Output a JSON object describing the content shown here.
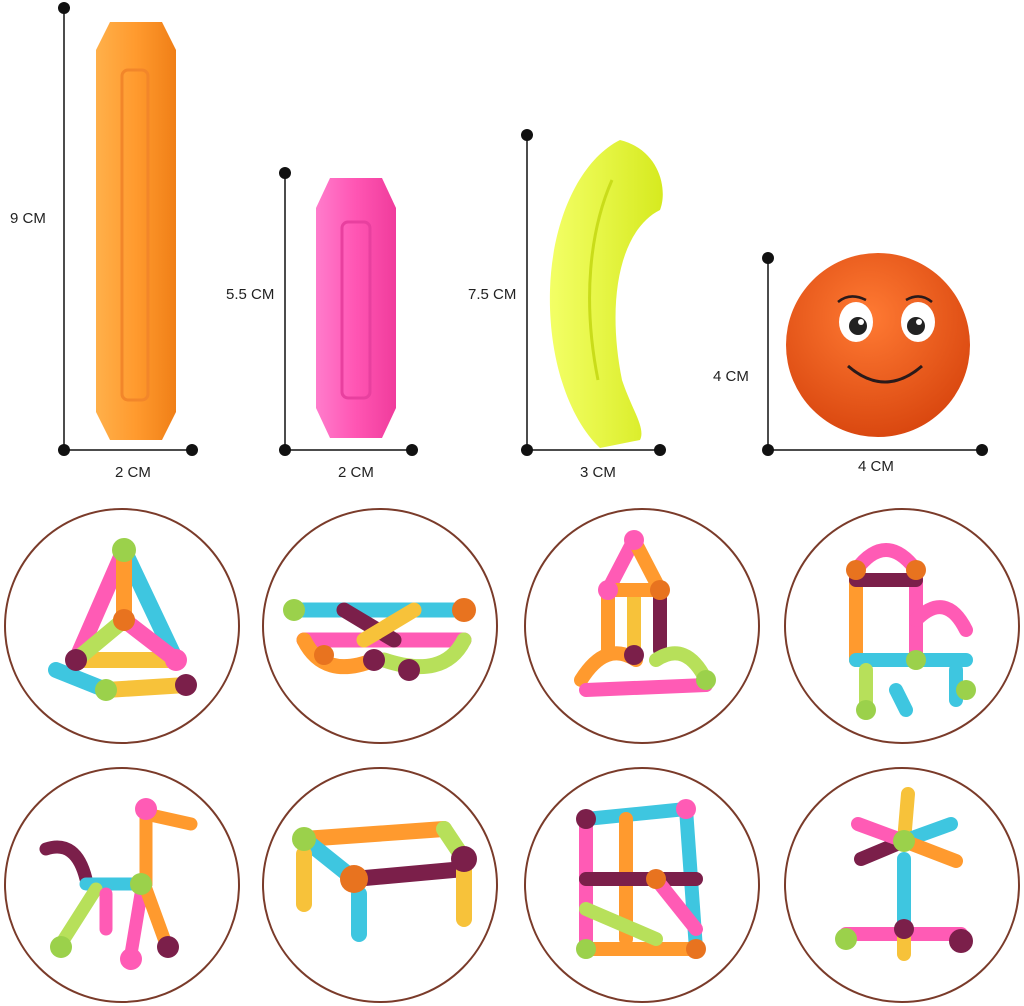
{
  "pieces": [
    {
      "id": "long-stick",
      "height_label": "9 CM",
      "width_label": "2 CM",
      "color": "#ff9a2e"
    },
    {
      "id": "short-stick",
      "height_label": "5.5 CM",
      "width_label": "2 CM",
      "color": "#ff5bb5"
    },
    {
      "id": "curved-stick",
      "height_label": "7.5 CM",
      "width_label": "3 CM",
      "color": "#e6f535"
    },
    {
      "id": "smiley-ball",
      "height_label": "4 CM",
      "width_label": "4 CM",
      "color": "#f2591a"
    }
  ],
  "colors": {
    "dimension_line": "#111111",
    "circle_border": "#7a3b2a",
    "rod_palette": [
      "#ff9a2e",
      "#ff5bb5",
      "#e6f535",
      "#3ec6e0",
      "#f7c23a",
      "#b7e05a",
      "#7b1f4a"
    ],
    "ball_palette": [
      "#7b1f4a",
      "#e8731f",
      "#9bd14b",
      "#ff5bb5",
      "#3ec6e0"
    ]
  },
  "models": [
    {
      "id": "pyramid"
    },
    {
      "id": "boat"
    },
    {
      "id": "house"
    },
    {
      "id": "chair"
    },
    {
      "id": "dog"
    },
    {
      "id": "table"
    },
    {
      "id": "tower"
    },
    {
      "id": "windmill"
    }
  ]
}
